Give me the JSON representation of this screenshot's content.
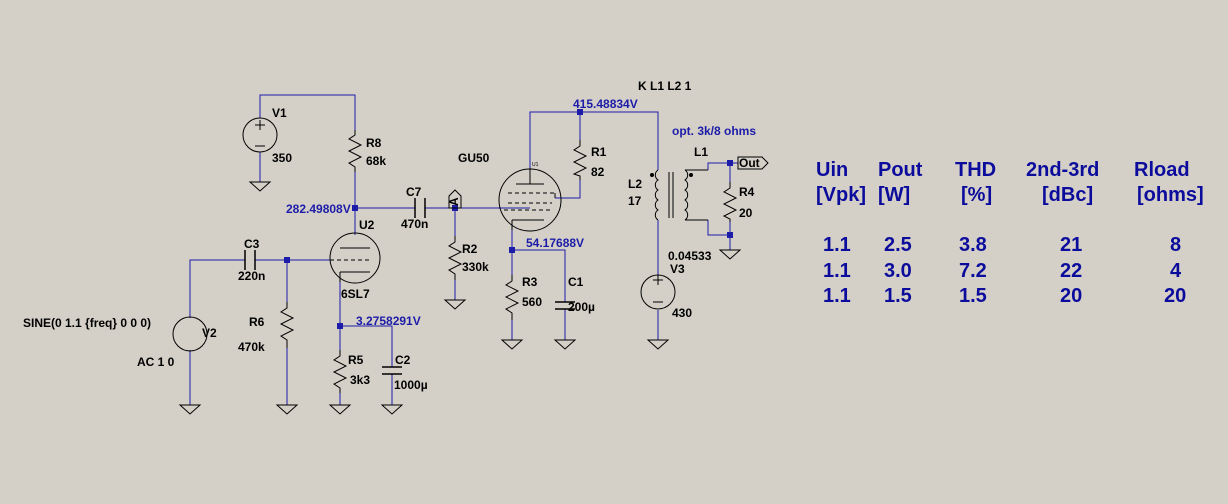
{
  "colors": {
    "background": "#d4d0c8",
    "wire": "#1c1ca8",
    "component": "#000000",
    "junction": "#1c1ca8",
    "table_text": "#0c0c9c"
  },
  "directives": {
    "coupling": "K L1 L2 1",
    "transformer_note": "opt. 3k/8 ohms"
  },
  "components": {
    "V1": {
      "ref": "V1",
      "value": "350"
    },
    "V2": {
      "ref": "V2",
      "value": "SINE(0 1.1 {freq} 0 0 0)",
      "ac": "AC 1 0"
    },
    "V3": {
      "ref": "V3",
      "value": "430",
      "series_r": "0.04533"
    },
    "R1": {
      "ref": "R1",
      "value": "82"
    },
    "R2": {
      "ref": "R2",
      "value": "330k"
    },
    "R3": {
      "ref": "R3",
      "value": "560"
    },
    "R4": {
      "ref": "R4",
      "value": "20"
    },
    "R5": {
      "ref": "R5",
      "value": "3k3"
    },
    "R6": {
      "ref": "R6",
      "value": "470k"
    },
    "R8": {
      "ref": "R8",
      "value": "68k"
    },
    "C1": {
      "ref": "C1",
      "value": "200µ"
    },
    "C2": {
      "ref": "C2",
      "value": "1000µ"
    },
    "C3": {
      "ref": "C3",
      "value": "220n"
    },
    "C7": {
      "ref": "C7",
      "value": "470n"
    },
    "L1": {
      "ref": "L1"
    },
    "L2": {
      "ref": "L2",
      "value": "17"
    },
    "U1": {
      "ref": "U1",
      "model": "GU50"
    },
    "U2": {
      "ref": "U2",
      "model": "6SL7"
    }
  },
  "node_voltages": {
    "plate_u1": "415.48834V",
    "plate_u2": "282.49808V",
    "screen_u1": "54.17688V",
    "cathode_u2": "3.2758291V"
  },
  "net_labels": {
    "out": "Out",
    "a": "A"
  },
  "results_table": {
    "headers": [
      {
        "line1": "Uin",
        "line2": "[Vpk]"
      },
      {
        "line1": "Pout",
        "line2": "[W]"
      },
      {
        "line1": "THD",
        "line2": "[%]"
      },
      {
        "line1": "2nd-3rd",
        "line2": "[dBc]"
      },
      {
        "line1": "Rload",
        "line2": "[ohms]"
      }
    ],
    "rows": [
      [
        "1.1",
        "2.5",
        "3.8",
        "21",
        "8"
      ],
      [
        "1.1",
        "3.0",
        "7.2",
        "22",
        "4"
      ],
      [
        "1.1",
        "1.5",
        "1.5",
        "20",
        "20"
      ]
    ]
  }
}
